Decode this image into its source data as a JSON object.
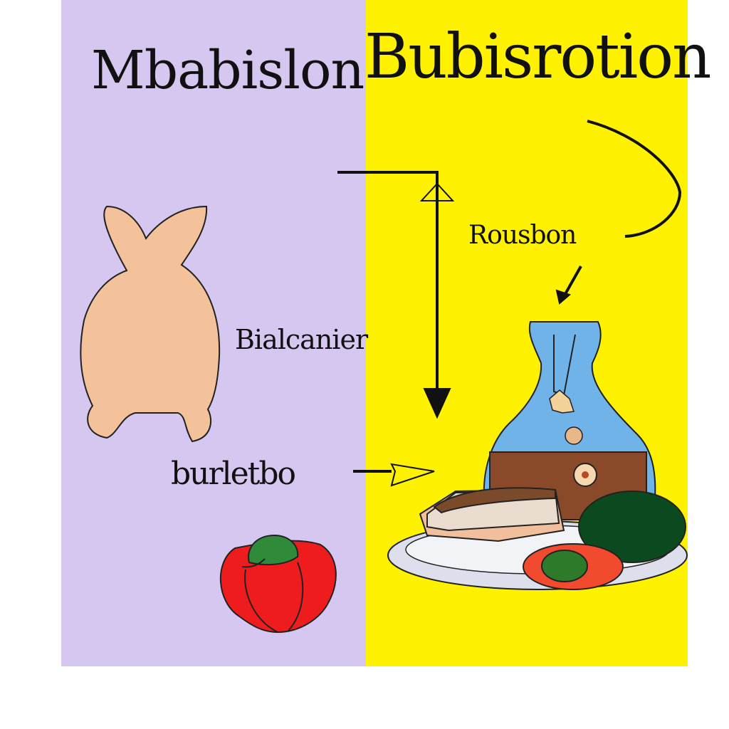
{
  "titles": {
    "left": "Mbabislon",
    "right": "Bubisrotion"
  },
  "labels": {
    "top_right": "Rousbon",
    "middle": "Bialcanier",
    "bottom_left": "burletbo"
  },
  "colors": {
    "left_panel": "#d6c7f0",
    "right_panel": "#fff200",
    "rabbit": "#f3c19a",
    "tomato": "#ee1c1c",
    "bottle": "#6fb3e8",
    "plate": "#dde0ec",
    "box": "#8a4a2a",
    "avocado": "#0b4a1e",
    "stroke": "#111111"
  },
  "icons": [
    "rabbit-silhouette",
    "bell-pepper",
    "glass-bottle",
    "food-plate",
    "bread-slice",
    "avocado",
    "tomato-slice"
  ]
}
